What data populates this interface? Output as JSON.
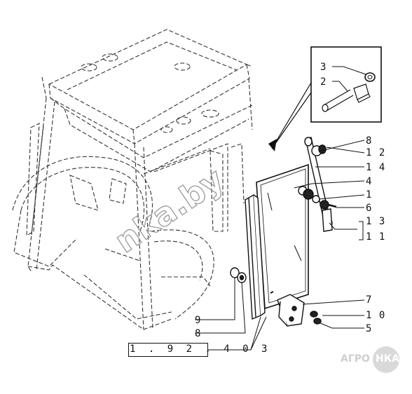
{
  "callouts": {
    "n3": "3",
    "n2": "2",
    "n8a": "8",
    "n12": "1 2",
    "n14": "1 4",
    "n4": "4",
    "n1": "1",
    "n6": "6",
    "n13": "1 3",
    "n11": "1 1",
    "n7": "7",
    "n10": "1 0",
    "n5": "5",
    "n9": "9",
    "n8b": "8"
  },
  "reference": "1 . 9 2 . 4 0 3",
  "watermark": "nka.by",
  "logo": {
    "part1": "АГРО",
    "part2": "НКА"
  },
  "colors": {
    "line": "#111111",
    "watermark": "#9a9a9a",
    "logo": "#d9d9d9"
  }
}
